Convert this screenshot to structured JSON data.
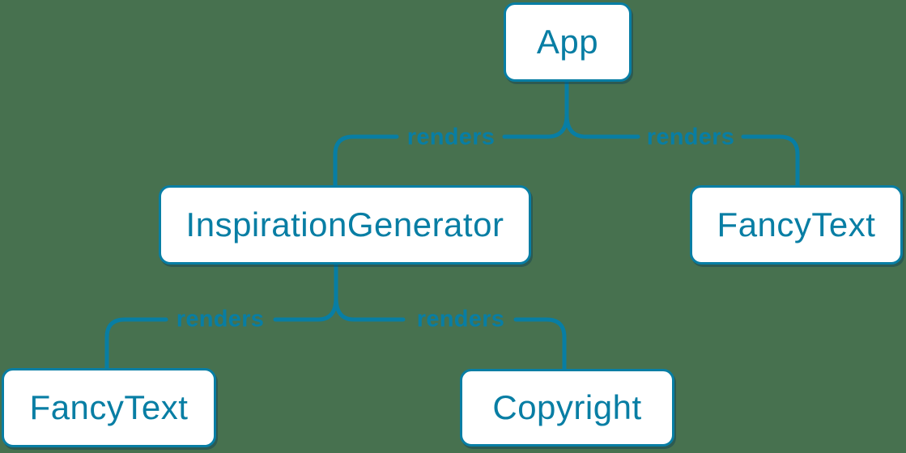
{
  "diagram": {
    "nodes": [
      {
        "id": "app",
        "label": "App"
      },
      {
        "id": "inspiration-generator",
        "label": "InspirationGenerator"
      },
      {
        "id": "fancy-text-top",
        "label": "FancyText"
      },
      {
        "id": "fancy-text-bottom",
        "label": "FancyText"
      },
      {
        "id": "copyright",
        "label": "Copyright"
      }
    ],
    "edges": [
      {
        "from": "App",
        "to": "InspirationGenerator",
        "label": "renders"
      },
      {
        "from": "App",
        "to": "FancyText",
        "label": "renders"
      },
      {
        "from": "InspirationGenerator",
        "to": "FancyText",
        "label": "renders"
      },
      {
        "from": "InspirationGenerator",
        "to": "Copyright",
        "label": "renders"
      }
    ],
    "colors": {
      "background": "#47714F",
      "accent": "#087EA4",
      "node_background": "#FFFFFF"
    }
  }
}
